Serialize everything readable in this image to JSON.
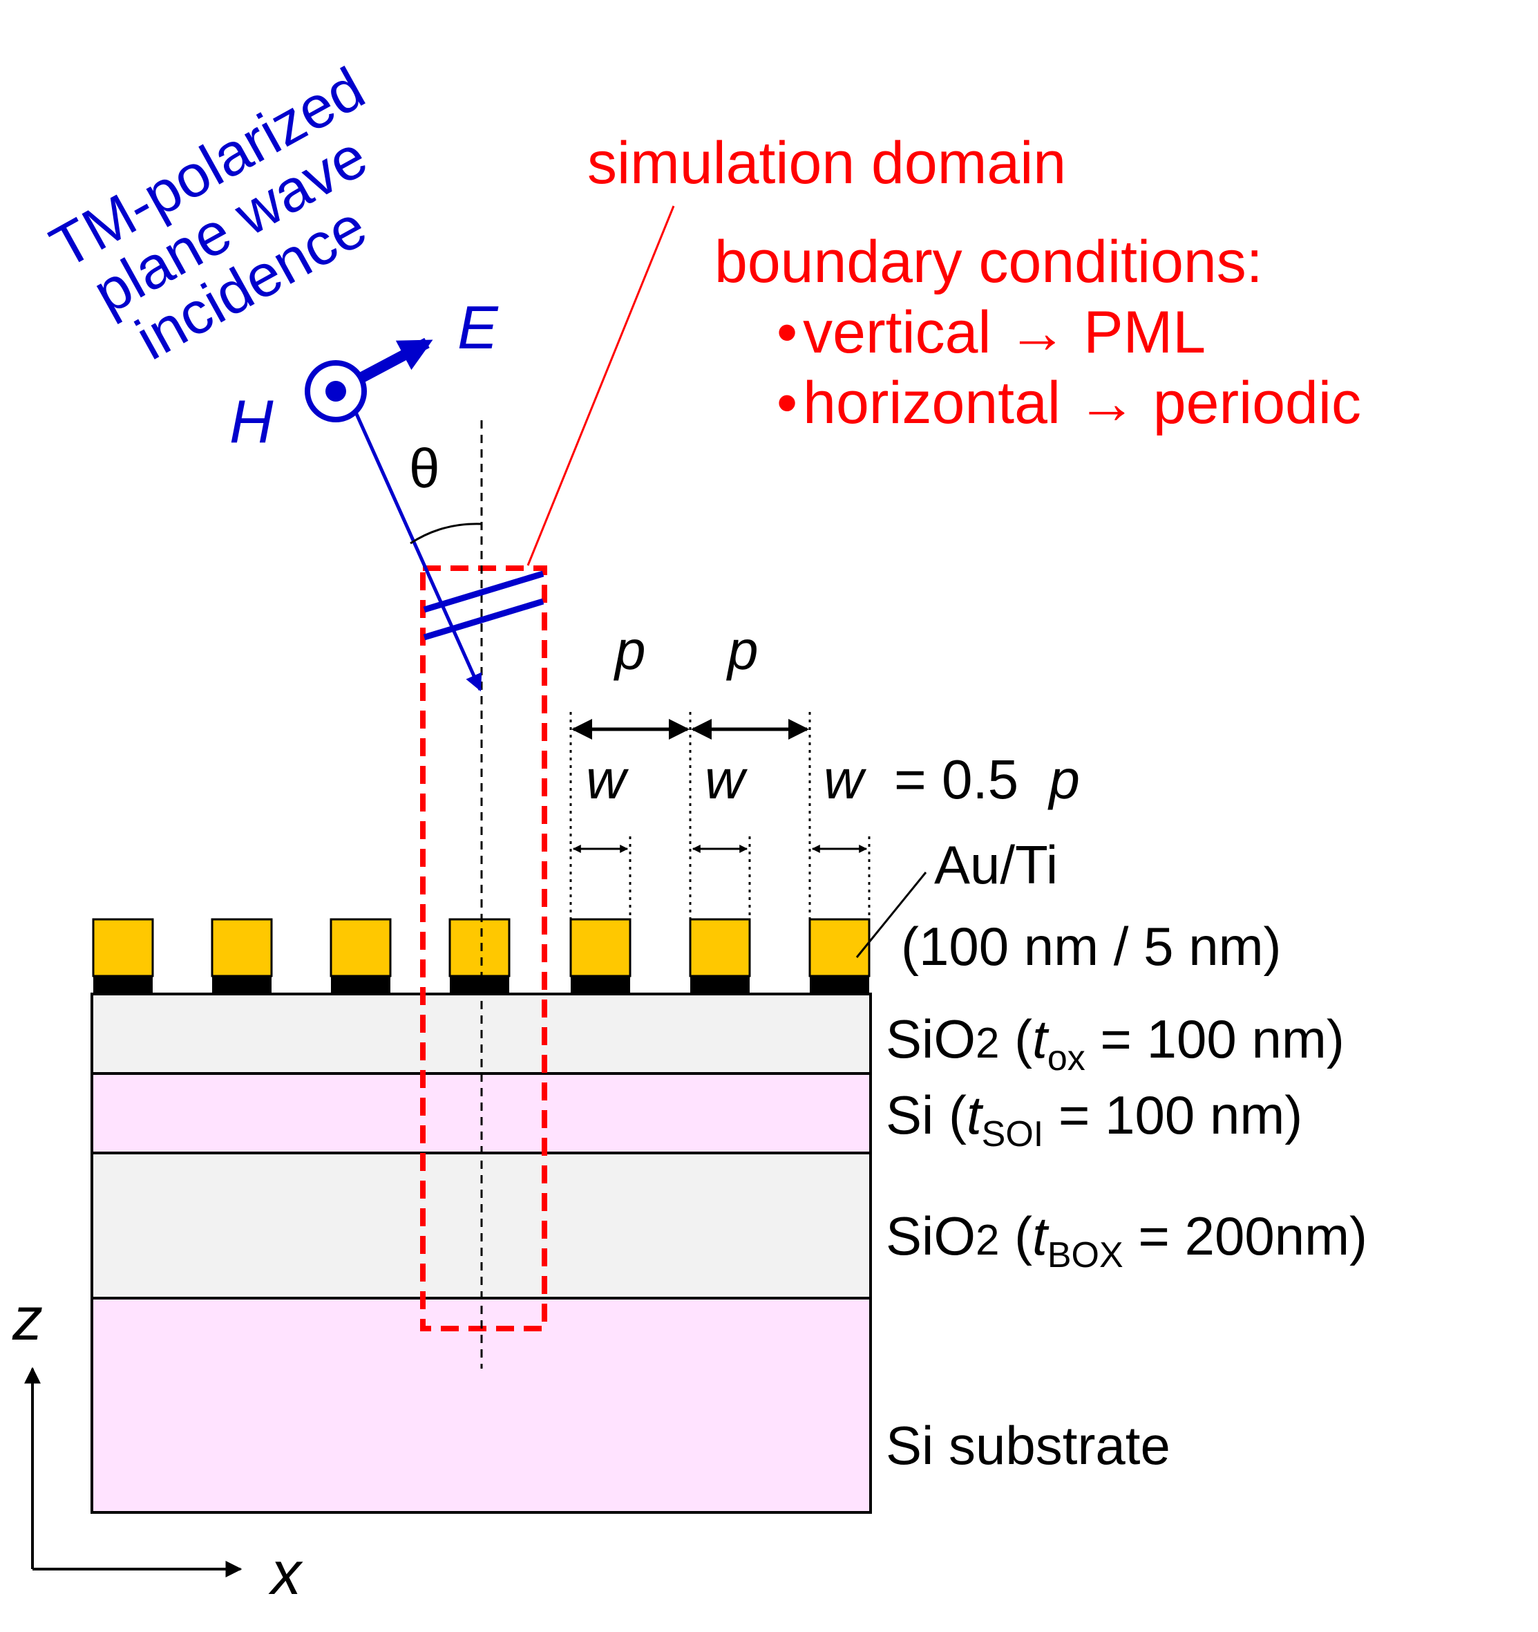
{
  "colors": {
    "red": "#ff0000",
    "blue": "#0000cc",
    "gold": "#ffc800",
    "oxide": "#f2f2f2",
    "silicon": "#ffe3ff",
    "black": "#000000"
  },
  "incidence": {
    "line1": "TM-polarized",
    "line2": "plane wave",
    "line3": "incidence",
    "e_label": "E",
    "h_label": "H",
    "theta_label": "θ"
  },
  "domain": {
    "title": "simulation domain",
    "bc_header": "boundary conditions:",
    "bullet": "•",
    "bc1": "vertical → PML",
    "bc2": "horizontal → periodic"
  },
  "grating": {
    "p_label": "p",
    "w_label": "w",
    "w_eq": "= 0.5",
    "metal_name": "Au/Ti",
    "metal_thk": "(100 nm / 5 nm)"
  },
  "layers": {
    "ox_main": "SiO",
    "ox_sub": "2",
    "ox_open": " (",
    "ox_t": "t",
    "ox_tsub": "ox",
    "ox_val": " = 100 nm)",
    "si_main": "Si (",
    "si_t": "t",
    "si_tsub": "SOI",
    "si_val": " = 100 nm)",
    "box_main": "SiO",
    "box_sub": "2",
    "box_open": " (",
    "box_t": "t",
    "box_tsub": "BOX",
    "box_val": " = 200nm)",
    "substrate": "Si substrate"
  },
  "axes": {
    "z": "z",
    "x": "x"
  }
}
